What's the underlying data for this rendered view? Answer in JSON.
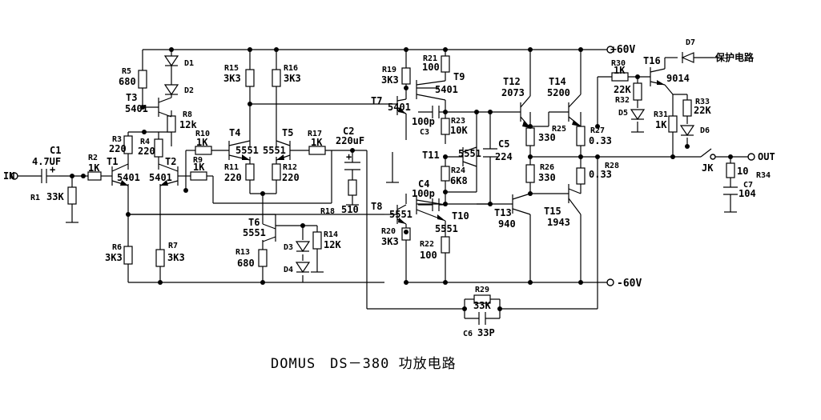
{
  "title": "DOMUS　DS－380 功放电路",
  "rails": {
    "pos": "+60V",
    "neg": "-60V"
  },
  "io": {
    "input": "IN",
    "output": "OUT",
    "protect": "保护电路",
    "jk": "JK"
  },
  "transistors": {
    "T1": {
      "name": "T1",
      "part": "5401"
    },
    "T2": {
      "name": "T2",
      "part": "5401"
    },
    "T3": {
      "name": "T3",
      "part": "5401"
    },
    "T4": {
      "name": "T4",
      "part": "5551"
    },
    "T5": {
      "name": "T5",
      "part": "5551"
    },
    "T6": {
      "name": "T6",
      "part": "5551"
    },
    "T7": {
      "name": "T7",
      "part": "5401"
    },
    "T8": {
      "name": "T8",
      "part": "5551"
    },
    "T9": {
      "name": "T9",
      "part": "5401"
    },
    "T10": {
      "name": "T10",
      "part": "5551"
    },
    "T11": {
      "name": "T11",
      "part": "5551"
    },
    "T12": {
      "name": "T12",
      "part": "2073"
    },
    "T13": {
      "name": "T13",
      "part": "940"
    },
    "T14": {
      "name": "T14",
      "part": "5200"
    },
    "T15": {
      "name": "T15",
      "part": "1943"
    },
    "T16": {
      "name": "T16",
      "part": "9014"
    }
  },
  "resistors": {
    "R1": {
      "name": "R1",
      "value": "33K"
    },
    "R2": {
      "name": "R2",
      "value": "1K"
    },
    "R3": {
      "name": "R3",
      "value": "220"
    },
    "R4": {
      "name": "R4",
      "value": "220"
    },
    "R5": {
      "name": "R5",
      "value": "680"
    },
    "R6": {
      "name": "R6",
      "value": "3K3"
    },
    "R7": {
      "name": "R7",
      "value": "3K3"
    },
    "R8": {
      "name": "R8",
      "value": "12k"
    },
    "R9": {
      "name": "R9",
      "value": "1K"
    },
    "R10": {
      "name": "R10",
      "value": "1K"
    },
    "R11": {
      "name": "R11",
      "value": "220"
    },
    "R12": {
      "name": "R12",
      "value": "220"
    },
    "R13": {
      "name": "R13",
      "value": "680"
    },
    "R14": {
      "name": "R14",
      "value": "12K"
    },
    "R15": {
      "name": "R15",
      "value": "3K3"
    },
    "R16": {
      "name": "R16",
      "value": "3K3"
    },
    "R17": {
      "name": "R17",
      "value": "1K"
    },
    "R18": {
      "name": "R18",
      "value": "510"
    },
    "R19": {
      "name": "R19",
      "value": "3K3"
    },
    "R20": {
      "name": "R20",
      "value": "3K3"
    },
    "R21": {
      "name": "R21",
      "value": "100"
    },
    "R22": {
      "name": "R22",
      "value": "100"
    },
    "R23": {
      "name": "R23",
      "value": "10K"
    },
    "R24": {
      "name": "R24",
      "value": "6K8"
    },
    "R25": {
      "name": "R25",
      "value": "330"
    },
    "R26": {
      "name": "R26",
      "value": "330"
    },
    "R27": {
      "name": "R27",
      "value": "0.33"
    },
    "R28": {
      "name": "R28",
      "value": "0.33"
    },
    "R29": {
      "name": "R29",
      "value": "33K"
    },
    "R30": {
      "name": "R30",
      "value": "1K"
    },
    "R31": {
      "name": "R31",
      "value": "1K"
    },
    "R32": {
      "name": "R32",
      "value": "22K"
    },
    "R33": {
      "name": "R33",
      "value": "22K"
    },
    "R34": {
      "name": "R34",
      "value": "10"
    }
  },
  "capacitors": {
    "C1": {
      "name": "C1",
      "value": "4.7UF"
    },
    "C2": {
      "name": "C2",
      "value": "220uF"
    },
    "C3": {
      "name": "C3",
      "value": "100p"
    },
    "C4": {
      "name": "C4",
      "value": "100p"
    },
    "C5": {
      "name": "C5",
      "value": "224"
    },
    "C6": {
      "name": "C6",
      "value": "33P"
    },
    "C7": {
      "name": "C7",
      "value": "104"
    }
  },
  "diodes": {
    "D1": "D1",
    "D2": "D2",
    "D3": "D3",
    "D4": "D4",
    "D5": "D5",
    "D6": "D6",
    "D7": "D7"
  }
}
